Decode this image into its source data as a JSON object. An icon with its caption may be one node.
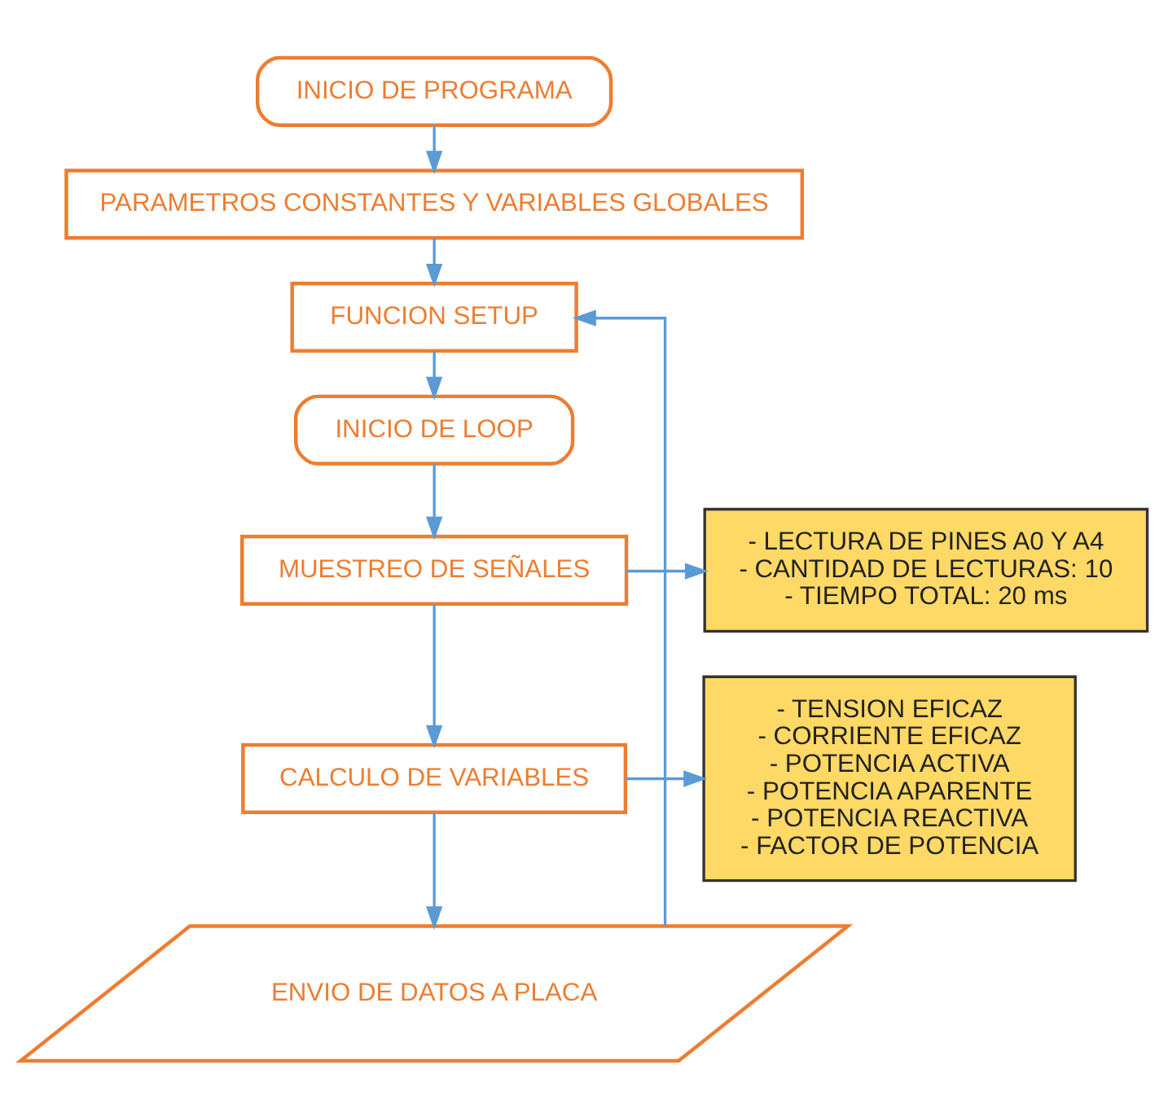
{
  "diagram": {
    "nodes": [
      {
        "text": [
          "INICIO DE PROGRAMA"
        ]
      },
      {
        "text": [
          "PARAMETROS CONSTANTES Y VARIABLES GLOBALES"
        ]
      },
      {
        "text": [
          "FUNCION SETUP"
        ]
      },
      {
        "text": [
          "INICIO DE LOOP"
        ]
      },
      {
        "text": [
          "MUESTREO DE SEÑALES"
        ]
      },
      {
        "text": [
          "- LECTURA DE PINES A0 Y A4",
          "- CANTIDAD DE LECTURAS: 10",
          "- TIEMPO TOTAL: 20 ms"
        ]
      },
      {
        "text": [
          "CALCULO DE VARIABLES"
        ]
      },
      {
        "text": [
          "- TENSION EFICAZ",
          "- CORRIENTE EFICAZ",
          "- POTENCIA ACTIVA",
          "- POTENCIA APARENTE",
          "- POTENCIA REACTIVA",
          "- FACTOR DE POTENCIA"
        ]
      },
      {
        "text": [
          "ENVIO DE DATOS A PLACA"
        ]
      }
    ],
    "edges": [
      {
        "from": 0,
        "to": 1,
        "arrow": "to"
      },
      {
        "from": 1,
        "to": 2,
        "arrow": "to"
      },
      {
        "from": 2,
        "to": 3,
        "arrow": "to"
      },
      {
        "from": 3,
        "to": 4,
        "arrow": "to"
      },
      {
        "from": 4,
        "to": 5,
        "arrow": "to"
      },
      {
        "from": 4,
        "to": 6,
        "arrow": "to"
      },
      {
        "from": 6,
        "to": 7,
        "arrow": "to"
      },
      {
        "from": 6,
        "to": 8,
        "arrow": "to"
      },
      {
        "from": 8,
        "to": 2,
        "arrow": "to"
      }
    ]
  }
}
